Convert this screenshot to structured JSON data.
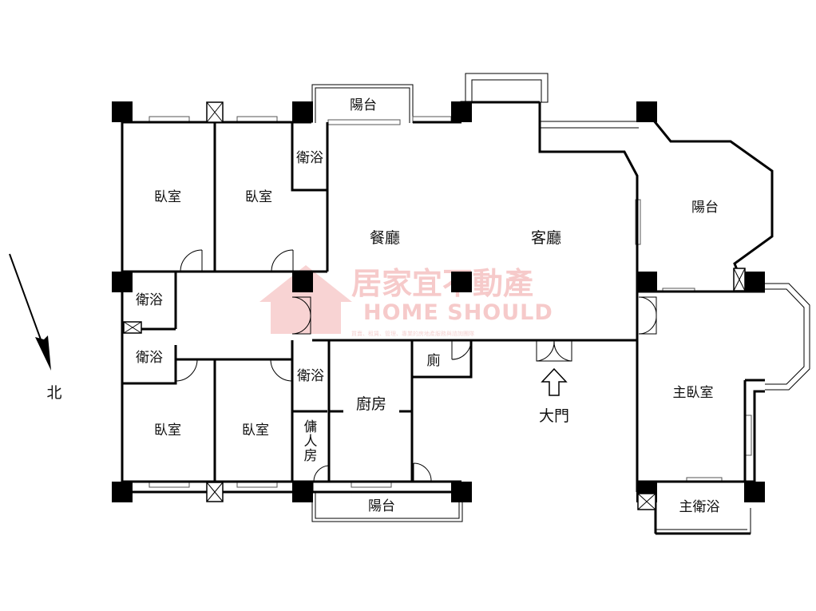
{
  "rooms": {
    "balcony_top": "陽台",
    "bedroom_1": "臥室",
    "bedroom_2": "臥室",
    "bath_top": "衛浴",
    "dining": "餐廳",
    "living": "客廳",
    "balcony_right": "陽台",
    "bath_left_1": "衛浴",
    "bath_left_2": "衛浴",
    "toilet": "廁",
    "bath_mid": "衛浴",
    "kitchen": "廚房",
    "maid_room": "傭人房",
    "bedroom_3": "臥室",
    "bedroom_4": "臥室",
    "master_bedroom": "主臥室",
    "master_bath": "主衛浴",
    "balcony_bottom": "陽台"
  },
  "entrance_label": "大門",
  "north_label": "北",
  "watermark": {
    "name_cn": "居家宜不動產",
    "name_en": "HOME SHOULD",
    "tagline": "買賣、租賃、管理、專業的房地產服務與諮詢團隊"
  },
  "colors": {
    "walls": "#000000",
    "watermark": "#f6caca",
    "background": "#ffffff"
  }
}
